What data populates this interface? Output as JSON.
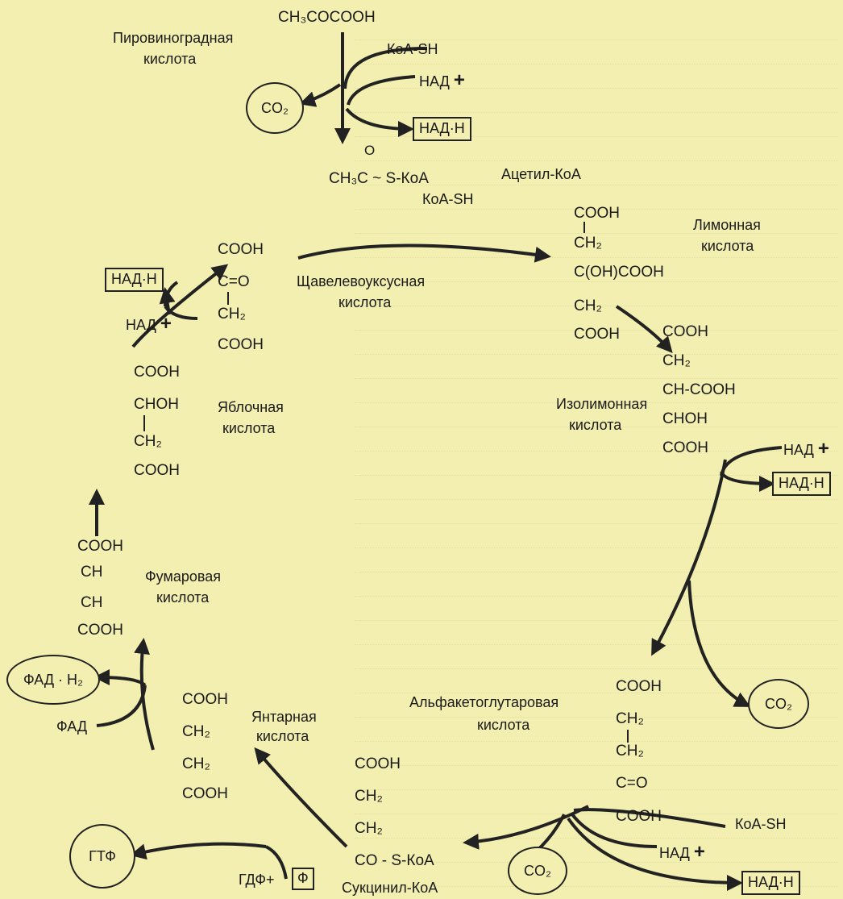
{
  "pyruvate": {
    "formula": "CH₃COCOOH",
    "name_line1": "Пировиноградная",
    "name_line2": "кислота"
  },
  "step1": {
    "koa_sh": "КоА-SH",
    "nad": "НАД",
    "plus": "+",
    "co2": "CO₂",
    "nadh": "НАД·Н"
  },
  "acetyl_coa": {
    "o": "O",
    "formula": "CH₃C ~ S-КоА",
    "koa_sh": "КоА-SH",
    "name": "Ацетил-КоА"
  },
  "citric": {
    "c1": "COOH",
    "c2": "CH₂",
    "c3": "C(OH)COOH",
    "c4": "CH₂",
    "c5": "COOH",
    "name_line1": "Лимонная",
    "name_line2": "кислота"
  },
  "isocitric": {
    "c1": "COOH",
    "c2": "CH₂",
    "c3": "CH-COOH",
    "c4": "CHOH",
    "c5": "COOH",
    "name_line1": "Изолимонная",
    "name_line2": "кислота"
  },
  "step_iso": {
    "nad": "НАД",
    "plus": "+",
    "nadh": "НАД·Н"
  },
  "akg": {
    "c1": "COOH",
    "c2": "CH₂",
    "c3": "CH₂",
    "c4": "C=O",
    "c5": "COOH",
    "name_line1": "Альфакетоглутаровая",
    "name_line2": "кислота",
    "co2": "CO₂"
  },
  "step_akg": {
    "koa_sh": "КоА-SH",
    "nad": "НАД",
    "plus": "+",
    "co2": "CO₂",
    "nadh": "НАД·Н"
  },
  "succinyl_coa": {
    "c1": "COOH",
    "c2": "CH₂",
    "c3": "CH₂",
    "c4": "CO - S-КоА",
    "name": "Сукцинил-КоА"
  },
  "step_succ": {
    "gdp": "ГДФ+",
    "p": "Ф",
    "gtp": "ГТФ"
  },
  "succinic": {
    "c1": "COOH",
    "c2": "CH₂",
    "c3": "CH₂",
    "c4": "COOH",
    "name_line1": "Янтарная",
    "name_line2": "кислота"
  },
  "step_fad": {
    "fadh2": "ФАД · H₂",
    "fad": "ФАД"
  },
  "fumaric": {
    "c1": "COOH",
    "c2": "CH",
    "c3": "CH",
    "c4": "COOH",
    "name_line1": "Фумаровая",
    "name_line2": "кислота"
  },
  "malic": {
    "c1": "COOH",
    "c2": "CHOH",
    "c3": "CH₂",
    "c4": "COOH",
    "name_line1": "Яблочная",
    "name_line2": "кислота"
  },
  "oxaloacetic": {
    "c1": "COOH",
    "c2": "C=O",
    "c3": "CH₂",
    "c4": "COOH",
    "name_line1": "Щавелевоуксусная",
    "name_line2": "кислота"
  },
  "step_malic": {
    "nadh": "НАД·Н",
    "nad": "НАД",
    "plus": "+"
  }
}
